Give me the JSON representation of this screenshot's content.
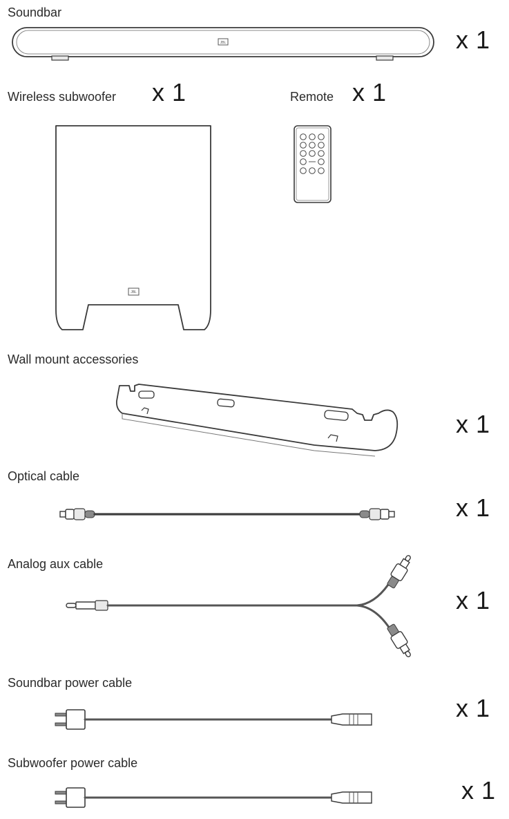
{
  "items": [
    {
      "name": "Soundbar",
      "qty": "x 1",
      "icon": "soundbar-icon"
    },
    {
      "name": "Wireless subwoofer",
      "qty": "x 1",
      "icon": "subwoofer-icon"
    },
    {
      "name": "Remote",
      "qty": "x 1",
      "icon": "remote-icon"
    },
    {
      "name": "Wall mount accessories",
      "qty": "x 1",
      "icon": "wall-mount-bracket-icon"
    },
    {
      "name": "Optical cable",
      "qty": "x 1",
      "icon": "optical-cable-icon"
    },
    {
      "name": "Analog aux cable",
      "qty": "x 1",
      "icon": "aux-cable-icon"
    },
    {
      "name": "Soundbar power cable",
      "qty": "x 1",
      "icon": "power-cable-icon"
    },
    {
      "name": "Subwoofer power cable",
      "qty": "x 1",
      "icon": "power-cable-icon"
    }
  ],
  "logo_text": "JBL"
}
